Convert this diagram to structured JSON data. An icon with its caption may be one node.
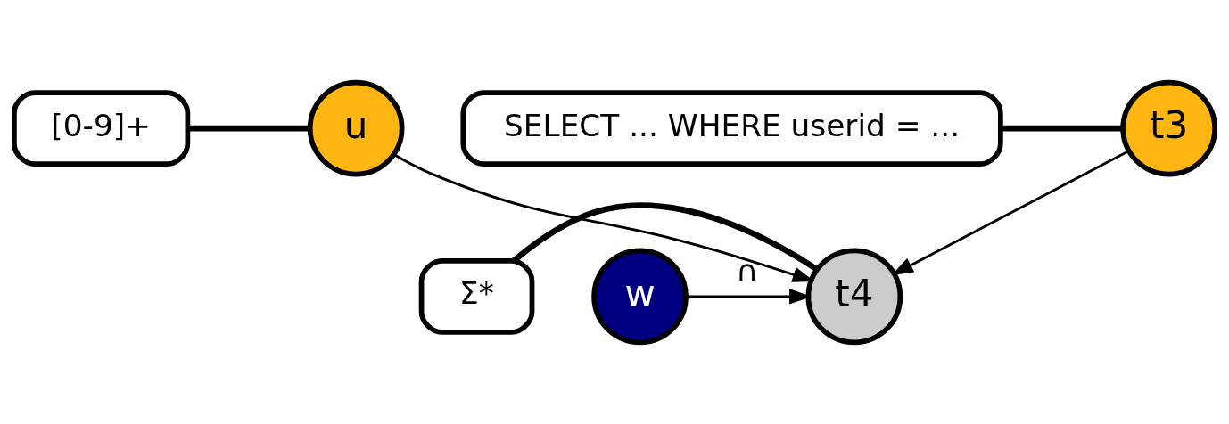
{
  "diagram": {
    "nodes": [
      {
        "text": [
          "t3"
        ]
      },
      {
        "text": [
          "u"
        ]
      },
      {
        "text": [
          "t4"
        ]
      },
      {
        "text": [
          "w"
        ]
      },
      {
        "text": [
          "SELECT ... WHERE userid = ..."
        ]
      },
      {
        "text": [
          "[0-9]+"
        ]
      },
      {
        "text": [
          "Σ*"
        ]
      }
    ],
    "edges": [
      {
        "from": 0,
        "to": 2,
        "arrow": "to"
      },
      {
        "from": 1,
        "to": 2,
        "arrow": "to"
      },
      {
        "from": 3,
        "to": 2,
        "arrow": "to",
        "label": "∩"
      },
      {
        "from": 4,
        "to": 0,
        "arrow": "none",
        "style": "thick"
      },
      {
        "from": 5,
        "to": 1,
        "arrow": "none",
        "style": "thick"
      },
      {
        "from": 6,
        "to": 2,
        "arrow": "none",
        "style": "thick"
      }
    ]
  }
}
